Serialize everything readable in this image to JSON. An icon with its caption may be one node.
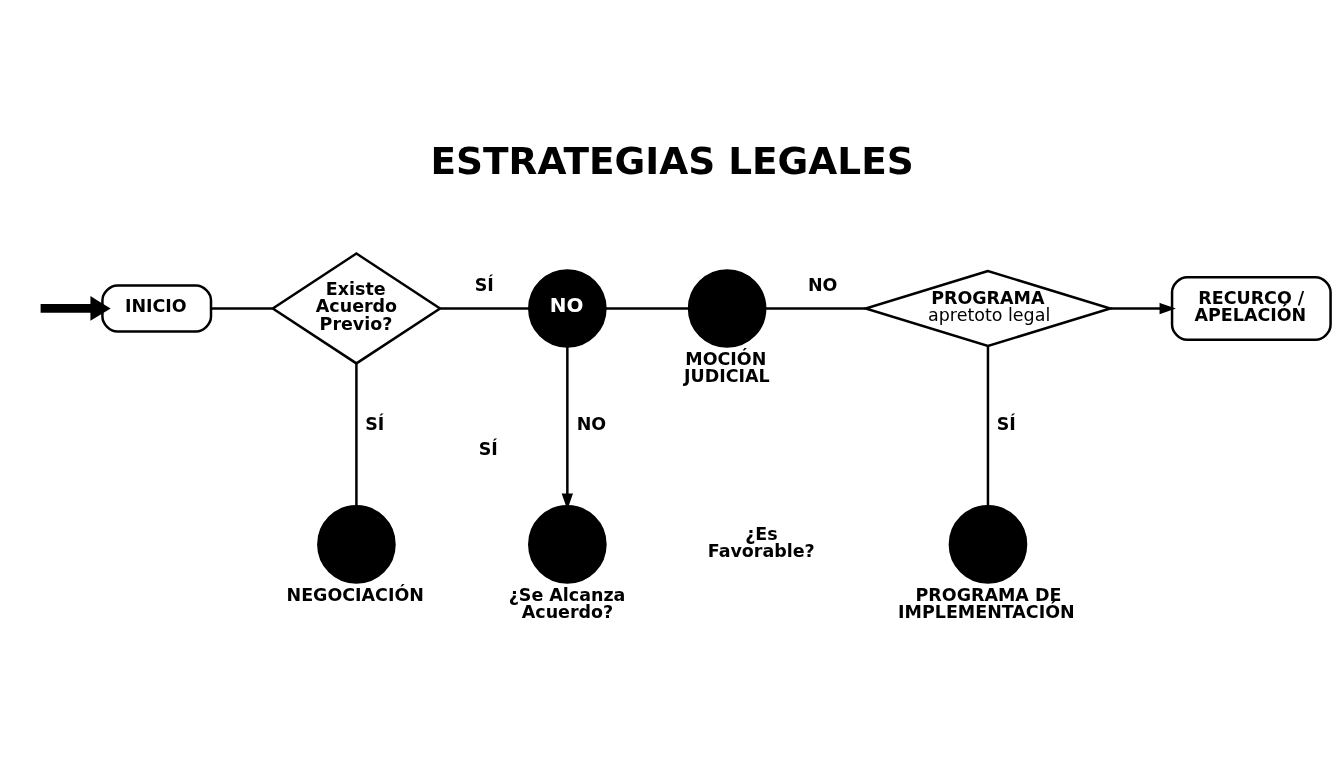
{
  "diagram": {
    "title": "ESTRATEGIAS LEGALES",
    "nodes": [
      {
        "text": [
          "INICIO"
        ]
      },
      {
        "text": [
          "Existe Acuerdo Previo?"
        ]
      },
      {
        "text": [
          "NEGOCIACIÓN"
        ]
      },
      {
        "text": [
          "NO"
        ]
      },
      {
        "text": [
          "¿Se Alcanza Acuerdo?"
        ],
        "beside": [
          "SÍ"
        ]
      },
      {
        "text": [
          "MOCIÓN JUDICIAL"
        ]
      },
      {
        "text": [
          "PROGRAMA",
          "apretoto legal"
        ]
      },
      {
        "text": [
          "PROGRAMA DE IMPLEMENTACIÓN"
        ]
      },
      {
        "text": [
          "RECURCO / APELACIÓN"
        ]
      }
    ],
    "edges": [
      {
        "from": null,
        "to": 0,
        "arrow": "to",
        "style": "thick"
      },
      {
        "from": 0,
        "to": 1,
        "arrow": "none"
      },
      {
        "from": 1,
        "to": 3,
        "arrow": "none",
        "label": "SÍ"
      },
      {
        "from": 1,
        "to": 2,
        "arrow": "none",
        "label": "SÍ"
      },
      {
        "from": 3,
        "to": 4,
        "arrow": "to",
        "label": "NO"
      },
      {
        "from": 3,
        "to": 5,
        "arrow": "none"
      },
      {
        "from": 5,
        "to": 6,
        "arrow": "none",
        "label": "NO"
      },
      {
        "from": 6,
        "to": 7,
        "arrow": "none",
        "label": "SÍ"
      },
      {
        "from": 6,
        "to": 8,
        "arrow": "to"
      }
    ],
    "labels": [
      "¿Es Favorable?"
    ]
  }
}
